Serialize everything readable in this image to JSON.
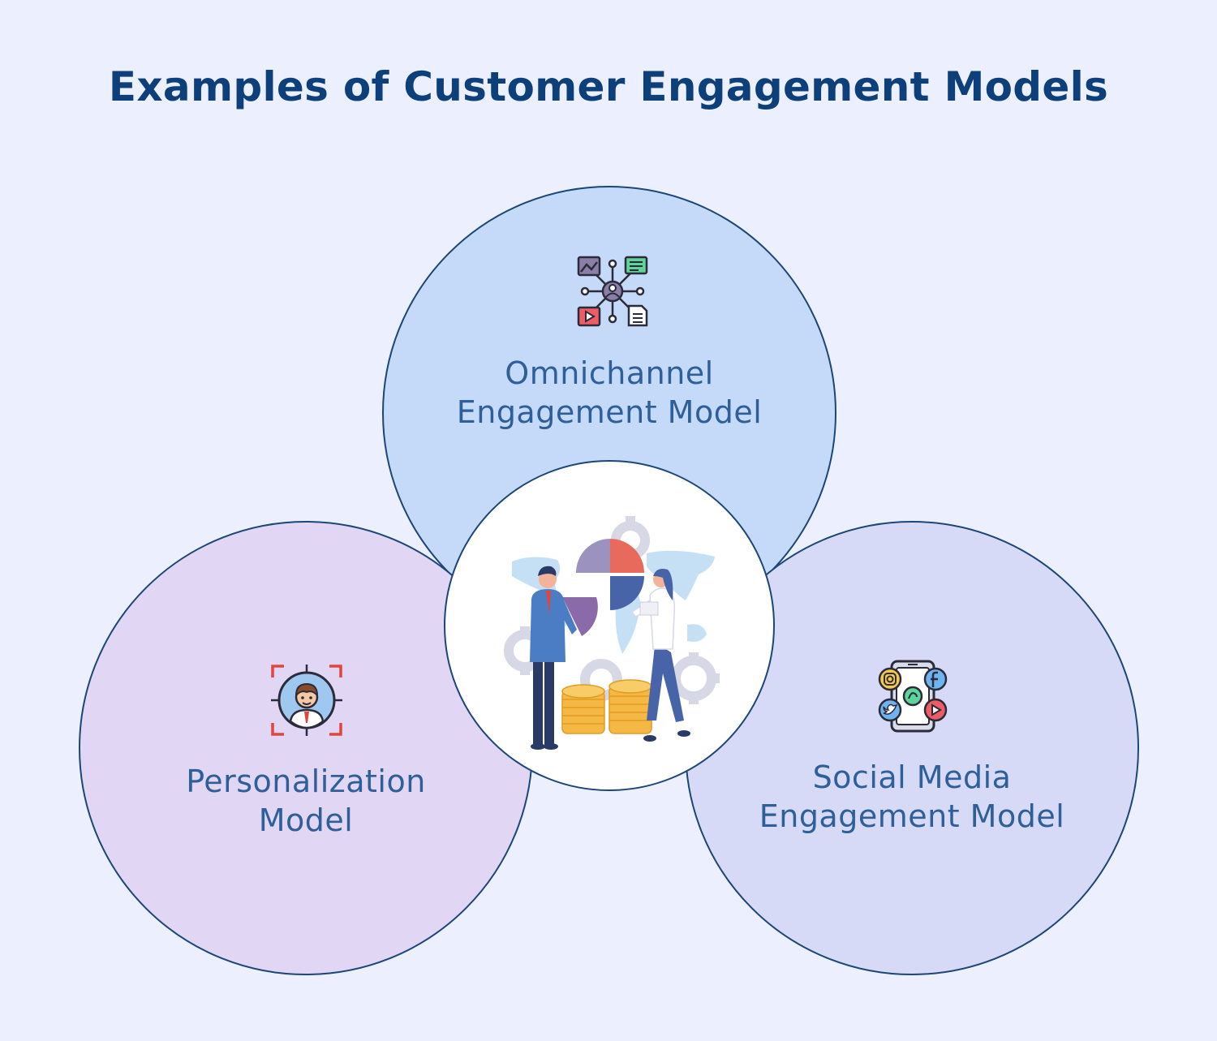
{
  "title": "Examples of Customer Engagement Models",
  "models": {
    "omnichannel": {
      "line1": "Omnichannel",
      "line2": "Engagement Model",
      "icon": "network-channels-icon"
    },
    "personalization": {
      "line1": "Personalization",
      "line2": "Model",
      "icon": "person-target-icon"
    },
    "social": {
      "line1": "Social Media",
      "line2": "Engagement Model",
      "icon": "smartphone-social-icon"
    }
  },
  "center": {
    "icon": "business-people-chart-coins-illustration"
  },
  "colors": {
    "background": "#ecf0fe",
    "title": "#0d3f7a",
    "label": "#2f5f99",
    "omnichannel_circle": "#c4daf8",
    "personalization_circle": "#e2d6f5",
    "social_circle": "#d6daf7",
    "center_circle": "#ffffff",
    "outline": "#1b4677"
  }
}
